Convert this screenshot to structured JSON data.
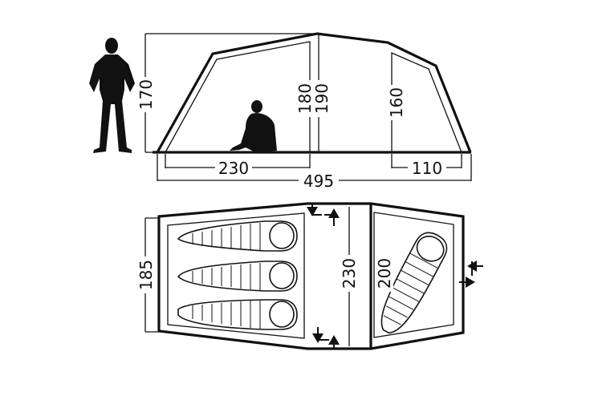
{
  "side_view": {
    "height_person": "170",
    "height_peak": "180",
    "height_peak_outer": "190",
    "height_vestibule": "160",
    "inner_length": "230",
    "total_length": "495",
    "vestibule_length": "110"
  },
  "floor_plan": {
    "inner_width": "185",
    "porch_width": "230",
    "vestibule_length": "200",
    "sleeping_bags_inner": 3,
    "sleeping_bags_vestibule": 1
  },
  "colors": {
    "ink": "#111111",
    "paper": "#ffffff"
  }
}
